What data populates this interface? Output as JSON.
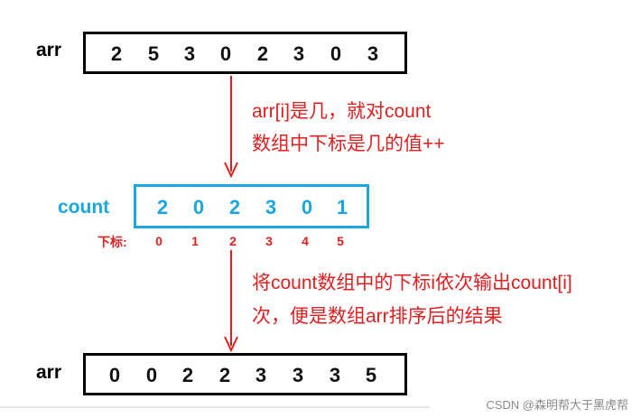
{
  "top_array": {
    "label": "arr",
    "values": [
      "2",
      "5",
      "3",
      "0",
      "2",
      "3",
      "0",
      "3"
    ]
  },
  "annotation_1": {
    "line1": "arr[i]是几，就对count",
    "line2": "数组中下标是几的值++"
  },
  "count_array": {
    "label": "count",
    "values": [
      "2",
      "0",
      "2",
      "3",
      "0",
      "1"
    ]
  },
  "index_row": {
    "label": "下标:",
    "indices": [
      "0",
      "1",
      "2",
      "3",
      "4",
      "5"
    ]
  },
  "annotation_2": {
    "line1": "将count数组中的下标i依次输出count[i]",
    "line2": "次，便是数组arr排序后的结果"
  },
  "bottom_array": {
    "label": "arr",
    "values": [
      "0",
      "0",
      "2",
      "2",
      "3",
      "3",
      "3",
      "5"
    ]
  },
  "watermark": "CSDN @森明帮大于黑虎帮",
  "colors": {
    "red": "#e02020",
    "blue": "#1aa7e0",
    "black": "#000000"
  }
}
